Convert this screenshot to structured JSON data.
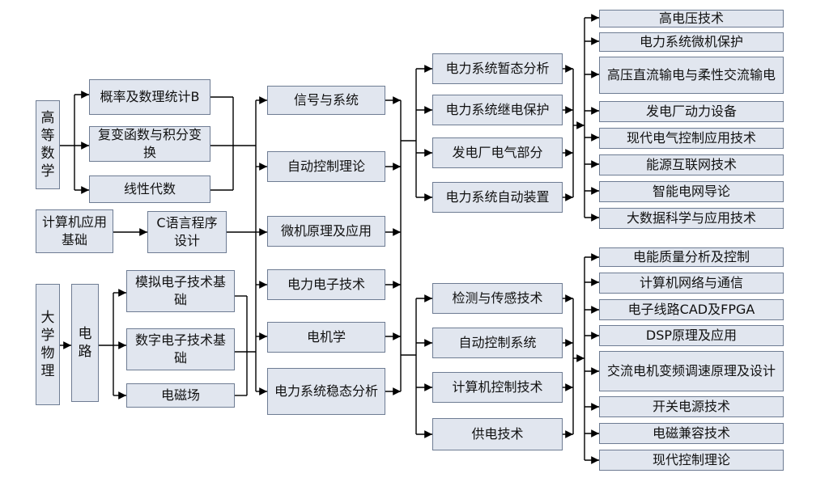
{
  "foundation": {
    "math": "高等数学",
    "prob_stat": "概率及数理统计B",
    "complex": "复变函数与积分变换",
    "linear": "线性代数",
    "computer_basics": "计算机应用基础",
    "c_lang": "C语言程序设计",
    "physics": "大学物理",
    "circuit": "电路",
    "analog": "模拟电子技术基础",
    "digital": "数字电子技术基础",
    "em_field": "电磁场"
  },
  "core": {
    "signals": "信号与系统",
    "auto_control_theory": "自动控制理论",
    "micro_principles": "微机原理及应用",
    "power_electronics": "电力电子技术",
    "electric_machines": "电机学",
    "steady_state": "电力系统稳态分析"
  },
  "upper_professional": {
    "transient": "电力系统暂态分析",
    "relay": "电力系统继电保护",
    "plant_electrical": "发电厂电气部分",
    "auto_device": "电力系统自动装置"
  },
  "lower_professional": {
    "sensing": "检测与传感技术",
    "auto_control_sys": "自动控制系统",
    "computer_control": "计算机控制技术",
    "power_supply": "供电技术"
  },
  "electives_top": [
    "高电压技术",
    "电力系统微机保护",
    "高压直流输电与柔性交流输电",
    "发电厂动力设备",
    "现代电气控制应用技术",
    "能源互联网技术",
    "智能电网导论",
    "大数据科学与应用技术"
  ],
  "electives_bottom": [
    "电能质量分析及控制",
    "计算机网络与通信",
    "电子线路CAD及FPGA",
    "DSP原理及应用",
    "交流电机变频调速原理及设计",
    "开关电源技术",
    "电磁兼容技术",
    "现代控制理论"
  ]
}
